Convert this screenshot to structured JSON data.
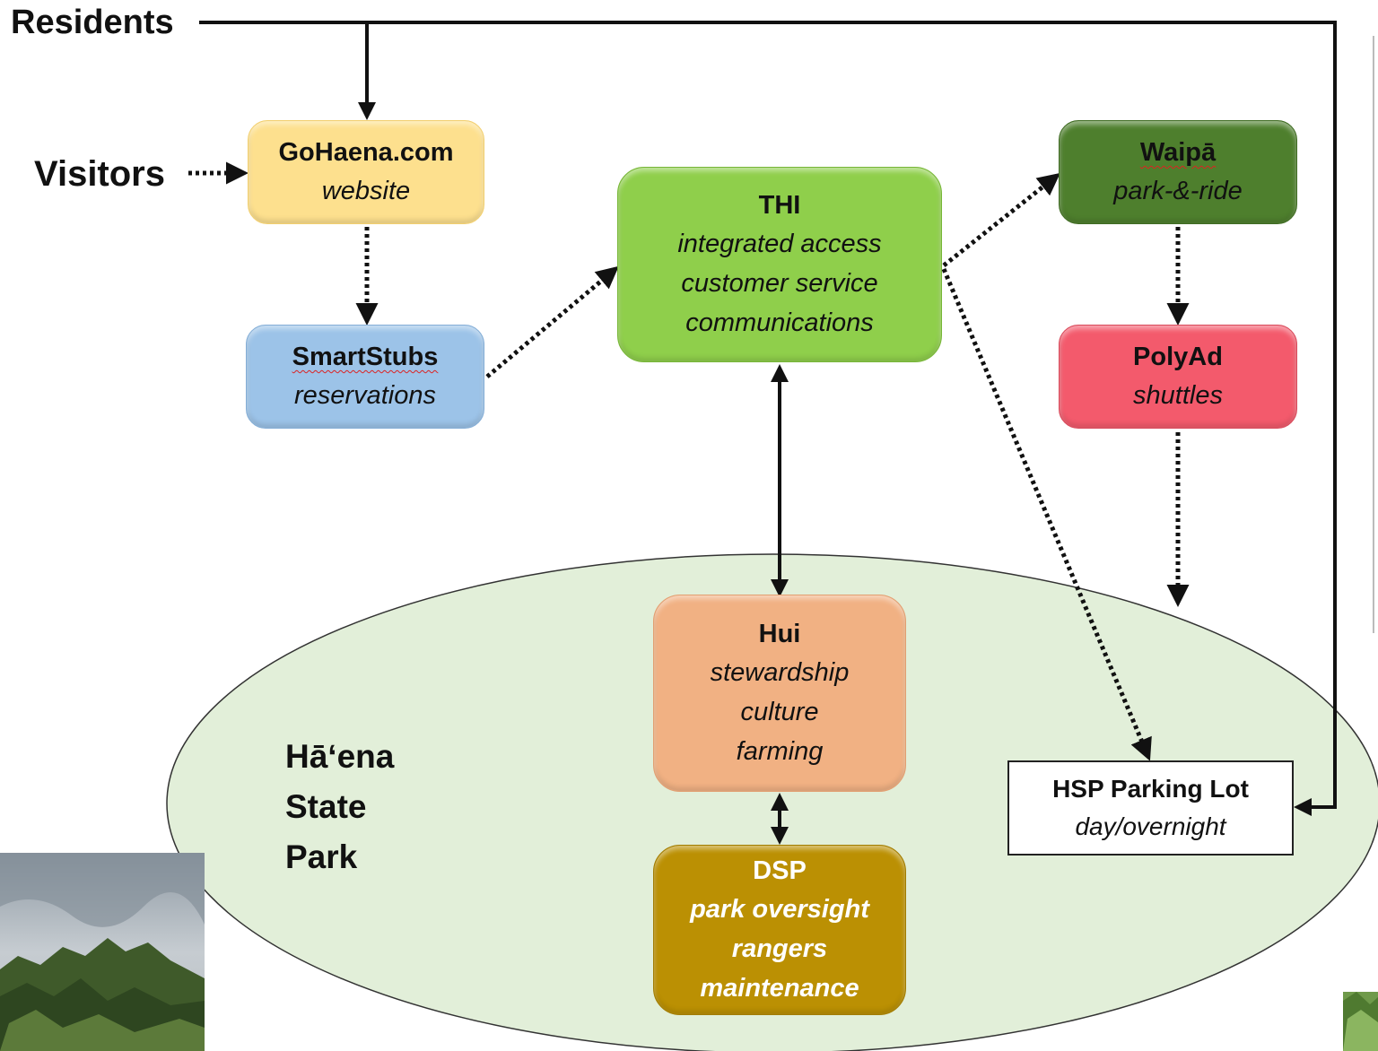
{
  "actors": {
    "residents": "Residents",
    "visitors": "Visitors"
  },
  "nodes": {
    "gohaena": {
      "title": "GoHaena.com",
      "lines": [
        "website"
      ],
      "color": "#fde08e"
    },
    "smartstubs": {
      "title": "SmartStubs",
      "lines": [
        "reservations"
      ],
      "color": "#9cc3e8"
    },
    "thi": {
      "title": "THI",
      "lines": [
        "integrated access",
        "customer service",
        "communications"
      ],
      "color": "#8fcf4b"
    },
    "waipa": {
      "title": "Waipā",
      "lines": [
        "park-&-ride"
      ],
      "color": "#4e7f2d"
    },
    "polyad": {
      "title": "PolyAd",
      "lines": [
        "shuttles"
      ],
      "color": "#f35a6c"
    },
    "hui": {
      "title": "Hui",
      "lines": [
        "stewardship",
        "culture",
        "farming"
      ],
      "color": "#f1b183"
    },
    "dsp": {
      "title": "DSP",
      "lines": [
        "park oversight",
        "rangers",
        "maintenance"
      ],
      "color": "#bb9003"
    },
    "hsp": {
      "title": "HSP Parking Lot",
      "lines": [
        "day/overnight"
      ],
      "color": "#ffffff"
    }
  },
  "park": {
    "lines": [
      "Hā‘ena",
      "State",
      "Park"
    ],
    "color": "#e2efd9"
  }
}
